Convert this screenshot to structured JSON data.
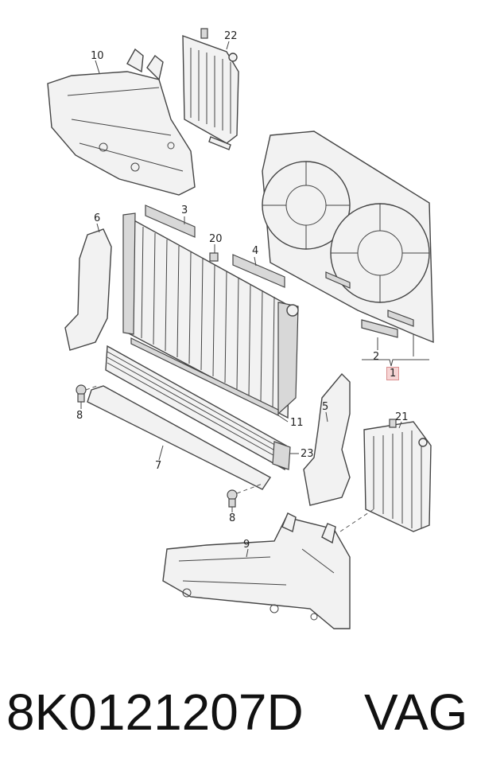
{
  "callouts": {
    "c1": "1",
    "c2": "2",
    "c3": "3",
    "c4": "4",
    "c5": "5",
    "c6": "6",
    "c7": "7",
    "c8a": "8",
    "c8b": "8",
    "c9": "9",
    "c10": "10",
    "c11": "11",
    "c20": "20",
    "c21": "21",
    "c22": "22",
    "c23": "23"
  },
  "footer": {
    "part_number": "8K0121207D",
    "brand": "VAG"
  },
  "highlight_callout": "1"
}
